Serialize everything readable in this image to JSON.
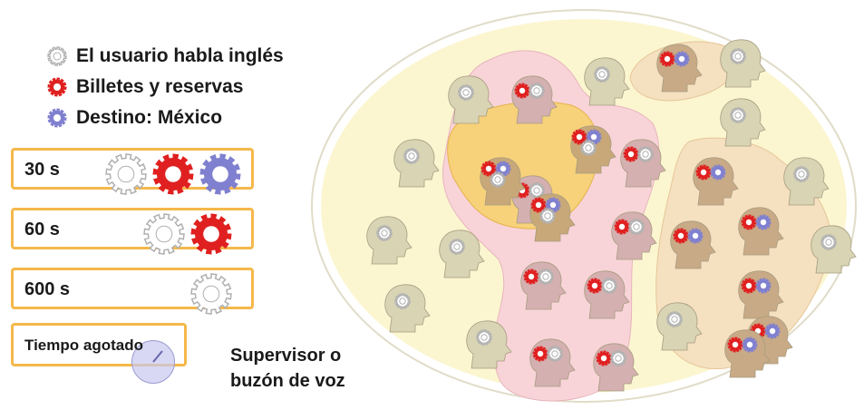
{
  "legend": [
    {
      "label": "El usuario habla inglés",
      "color": "#c8c8c8",
      "icon": "gear-gray-icon"
    },
    {
      "label": "Billetes y reservas",
      "color": "#e02020",
      "icon": "gear-red-icon"
    },
    {
      "label": "Destino: México",
      "color": "#8080d0",
      "icon": "gear-blue-icon"
    }
  ],
  "timers": [
    {
      "label": "30 s",
      "gears": [
        "gray",
        "red",
        "blue"
      ]
    },
    {
      "label": "60 s",
      "gears": [
        "gray",
        "red"
      ]
    },
    {
      "label": "600 s",
      "gears": [
        "gray"
      ]
    }
  ],
  "timeout": {
    "label": "Tiempo agotado"
  },
  "fallback": {
    "line1": "Supervisor o",
    "line2": "buzón de voz"
  },
  "colors": {
    "gray": "#c8c8c8",
    "red": "#e02020",
    "blue": "#8080d0",
    "accent": "#f5b84a",
    "outer": "#fbf6d0",
    "pink": "#f8d4d8",
    "gold": "#f7d27a",
    "tan": "#f5e0c0"
  },
  "agents": [
    {
      "gears": [
        "gray"
      ],
      "zone": "outer"
    },
    {
      "gears": [
        "gray"
      ],
      "zone": "outer"
    },
    {
      "gears": [
        "gray"
      ],
      "zone": "outer"
    },
    {
      "gears": [
        "gray"
      ],
      "zone": "outer"
    },
    {
      "gears": [
        "gray"
      ],
      "zone": "outer"
    },
    {
      "gears": [
        "gray"
      ],
      "zone": "outer"
    },
    {
      "gears": [
        "gray"
      ],
      "zone": "outer"
    },
    {
      "gears": [
        "gray"
      ],
      "zone": "outer"
    },
    {
      "gears": [
        "gray"
      ],
      "zone": "outer"
    },
    {
      "gears": [
        "gray"
      ],
      "zone": "outer"
    },
    {
      "gears": [
        "gray"
      ],
      "zone": "outer"
    },
    {
      "gears": [
        "gray"
      ],
      "zone": "outer"
    },
    {
      "gears": [
        "red",
        "gray"
      ],
      "zone": "pink"
    },
    {
      "gears": [
        "red",
        "gray"
      ],
      "zone": "pink"
    },
    {
      "gears": [
        "red",
        "gray"
      ],
      "zone": "pink"
    },
    {
      "gears": [
        "red",
        "gray"
      ],
      "zone": "pink"
    },
    {
      "gears": [
        "red",
        "gray"
      ],
      "zone": "pink"
    },
    {
      "gears": [
        "red",
        "gray"
      ],
      "zone": "pink"
    },
    {
      "gears": [
        "red",
        "gray"
      ],
      "zone": "pink"
    },
    {
      "gears": [
        "red",
        "gray"
      ],
      "zone": "pink"
    },
    {
      "gears": [
        "red",
        "blue",
        "gray"
      ],
      "zone": "gold"
    },
    {
      "gears": [
        "red",
        "blue",
        "gray"
      ],
      "zone": "gold"
    },
    {
      "gears": [
        "red",
        "blue",
        "gray"
      ],
      "zone": "gold"
    },
    {
      "gears": [
        "red",
        "blue"
      ],
      "zone": "tan"
    },
    {
      "gears": [
        "red",
        "blue"
      ],
      "zone": "tan"
    },
    {
      "gears": [
        "red",
        "blue"
      ],
      "zone": "tan"
    },
    {
      "gears": [
        "red",
        "blue"
      ],
      "zone": "tan"
    },
    {
      "gears": [
        "red",
        "blue"
      ],
      "zone": "tan"
    },
    {
      "gears": [
        "red",
        "blue"
      ],
      "zone": "tan"
    },
    {
      "gears": [
        "red",
        "blue"
      ],
      "zone": "tan"
    }
  ]
}
